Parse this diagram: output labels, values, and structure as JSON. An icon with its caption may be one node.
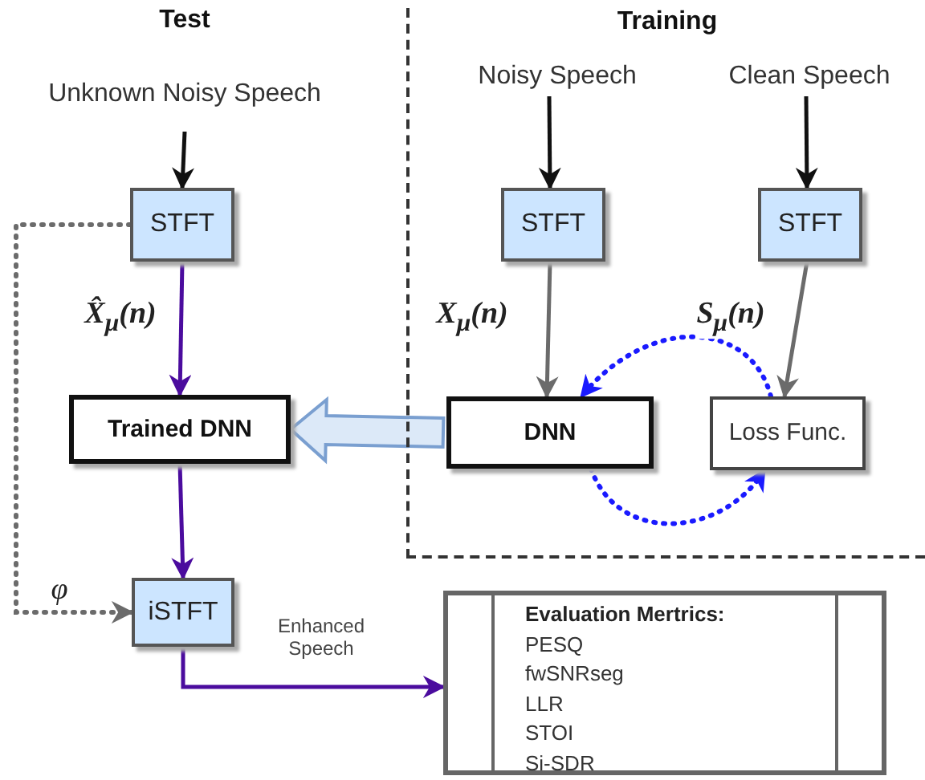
{
  "diagram": {
    "title": "Test",
    "nodes": [
      {
        "text": [
          "Training"
        ]
      },
      {
        "text": [
          "Unknown Noisy Speech"
        ]
      },
      {
        "text": [
          "STFT"
        ]
      },
      {
        "text": [
          "Trained DNN"
        ]
      },
      {
        "text": [
          "iSTFT"
        ]
      },
      {
        "text": [
          "Noisy Speech"
        ],
        "in": 0
      },
      {
        "text": [
          "Clean Speech"
        ],
        "in": 0
      },
      {
        "text": [
          "STFT"
        ],
        "in": 0
      },
      {
        "text": [
          "STFT"
        ],
        "in": 0
      },
      {
        "text": [
          "DNN"
        ],
        "in": 0
      },
      {
        "text": [
          "Loss Func."
        ],
        "in": 0
      },
      {
        "text": [
          "Evaluation Mertrics:",
          "PESQ",
          "fwSNRseg",
          "LLR",
          "STOI",
          "Si-SDR"
        ]
      }
    ],
    "edges": [
      {
        "from": 1,
        "to": 2,
        "arrow": "to"
      },
      {
        "from": 2,
        "to": 3,
        "arrow": "to",
        "label": "X̂$_{μ}$(n)",
        "color": "#4b0c9e"
      },
      {
        "from": 3,
        "to": 4,
        "arrow": "to",
        "color": "#4b0c9e"
      },
      {
        "from": 4,
        "to": 11,
        "arrow": "to",
        "label": "Enhanced Speech",
        "color": "#4b0c9e"
      },
      {
        "from": 2,
        "to": 4,
        "arrow": "to",
        "label": "φ",
        "style": "dashed",
        "color": "#6b6b6b"
      },
      {
        "from": 9,
        "to": 3,
        "arrow": "to",
        "style": "thick",
        "color": "#7a9fd0"
      },
      {
        "from": 5,
        "to": 7,
        "arrow": "to"
      },
      {
        "from": 6,
        "to": 8,
        "arrow": "to"
      },
      {
        "from": 7,
        "to": 9,
        "arrow": "to",
        "label": "X$_{μ}$(n)",
        "color": "#6b6b6b"
      },
      {
        "from": 8,
        "to": 10,
        "arrow": "to",
        "label": "S$_{μ}$(n)",
        "color": "#6b6b6b"
      },
      {
        "from": 10,
        "to": 9,
        "arrow": "to",
        "style": "dashed",
        "color": "#1a1aff"
      },
      {
        "from": 9,
        "to": 10,
        "arrow": "to",
        "style": "dashed",
        "color": "#1a1aff"
      }
    ]
  }
}
